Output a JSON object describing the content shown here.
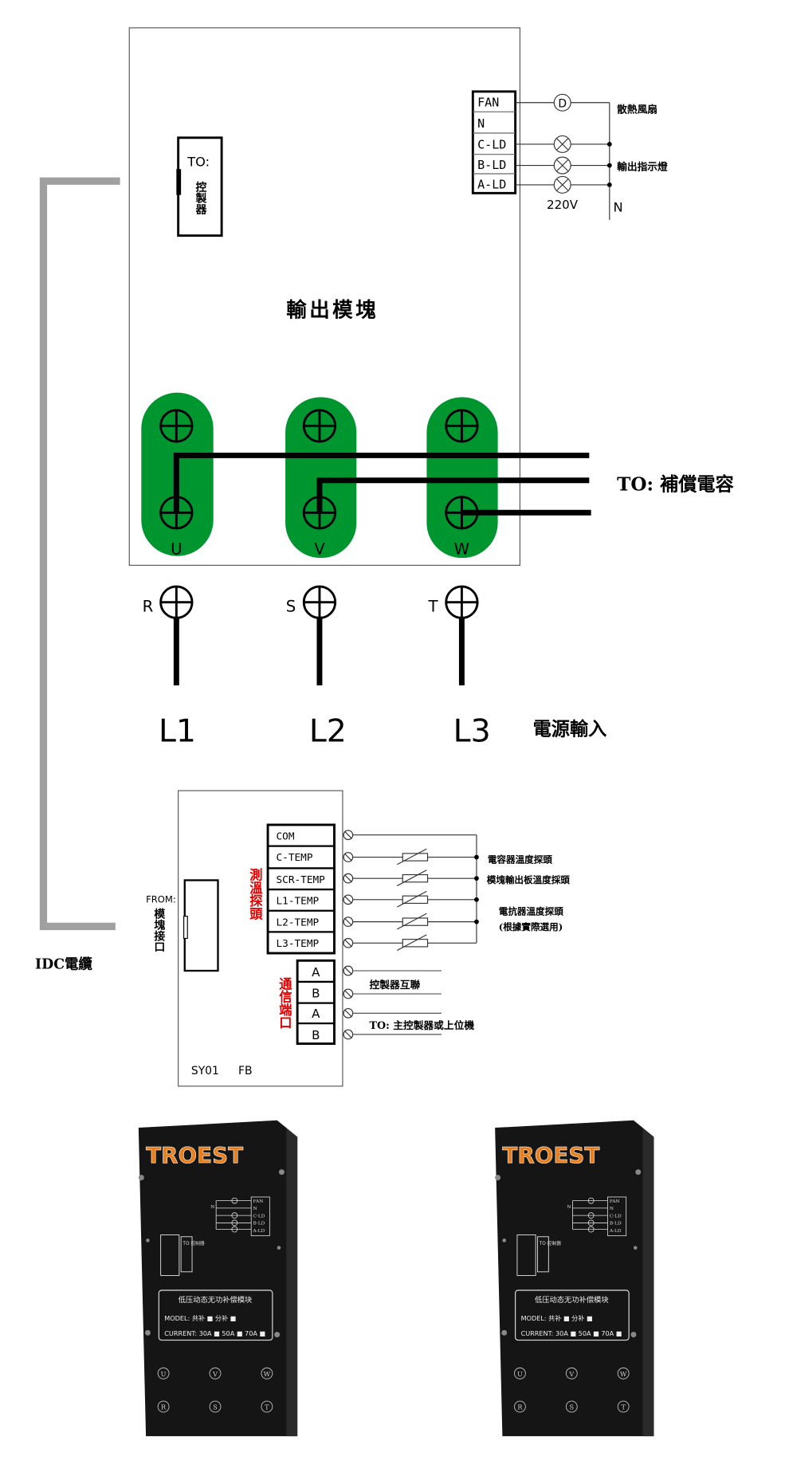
{
  "colors": {
    "terminal_green": "#00962f",
    "cable_gray": "#a0a0a0",
    "label_red": "#e00000",
    "brand_orange": "#e87f1e",
    "panel_black": "#151515"
  },
  "output_module": {
    "title": "輸出模塊",
    "to_controller": {
      "prefix": "TO:",
      "text": "控製器"
    },
    "fan_terminals": [
      "FAN",
      "N",
      "C-LD",
      "B-LD",
      "A-LD"
    ],
    "fan_label": "散熱風扇",
    "fan_symbol": "D",
    "indicator_label": "輸出指示燈",
    "voltage": "220V",
    "neutral": "N",
    "outputs": [
      "U",
      "V",
      "W"
    ],
    "to_capacitor": "TO: 補償電容"
  },
  "inputs": {
    "terminals": [
      "R",
      "S",
      "T"
    ],
    "lines": [
      "L1",
      "L2",
      "L3"
    ],
    "label": "電源輸入"
  },
  "cable_label": "IDC電纜",
  "control_board": {
    "from_label": {
      "prefix": "FROM:",
      "text": "模塊接口"
    },
    "temp_group_label": "測溫探頭",
    "temp_terminals": [
      "COM",
      "C-TEMP",
      "SCR-TEMP",
      "L1-TEMP",
      "L2-TEMP",
      "L3-TEMP"
    ],
    "temp_notes": [
      "電容器溫度探頭",
      "模塊輸出板溫度採頭",
      "電抗器溫度探頭",
      "(根據實際選用)"
    ],
    "comm_group_label": "通信端口",
    "comm_terminals": [
      "A",
      "B",
      "A",
      "B"
    ],
    "comm_notes": [
      "控製器互聯",
      "TO: 主控製器或上位機"
    ],
    "model": [
      "SY01",
      "FB"
    ]
  },
  "product_photos": {
    "brand": "TROEST",
    "panel_title": "低压动态无功补偿模块",
    "model_line": "MODEL: 共补 ■  分补 ■",
    "current_line": "CURRENT: 30A ■  50A ■  70A ■",
    "to_label": "TO 控制器",
    "mini_terminals": [
      "FAN",
      "N",
      "C-LD",
      "B-LD",
      "A-LD"
    ],
    "mini_n": "N",
    "terminal_marks": [
      "U",
      "V",
      "W",
      "R",
      "S",
      "T"
    ]
  }
}
